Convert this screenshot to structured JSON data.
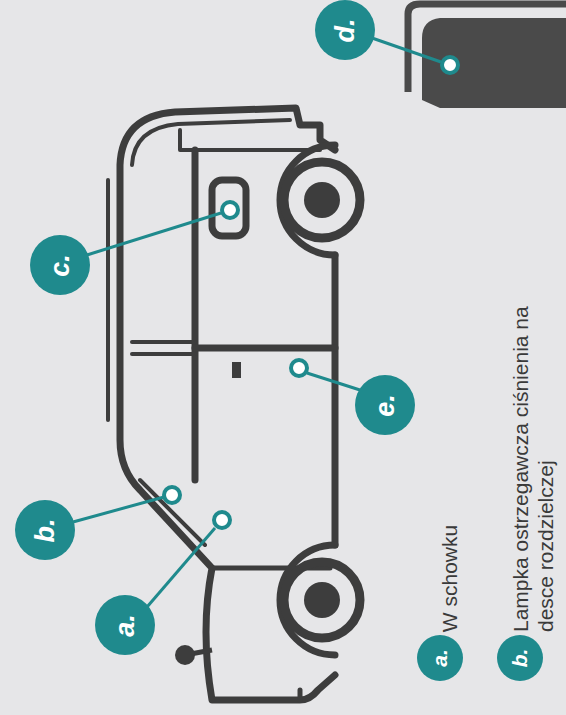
{
  "diagram": {
    "nodes": [
      {
        "text": [
          "a."
        ]
      },
      {
        "text": [
          "b."
        ]
      },
      {
        "text": [
          "c."
        ]
      },
      {
        "text": [
          "d."
        ]
      },
      {
        "text": [
          "e."
        ]
      },
      {
        "text": [
          "a."
        ]
      },
      {
        "text": [
          "b."
        ]
      }
    ],
    "labels": [
      "W schowku",
      "Lampka ostrzegawcza ciśnienia na desce rozdzielczej"
    ]
  }
}
